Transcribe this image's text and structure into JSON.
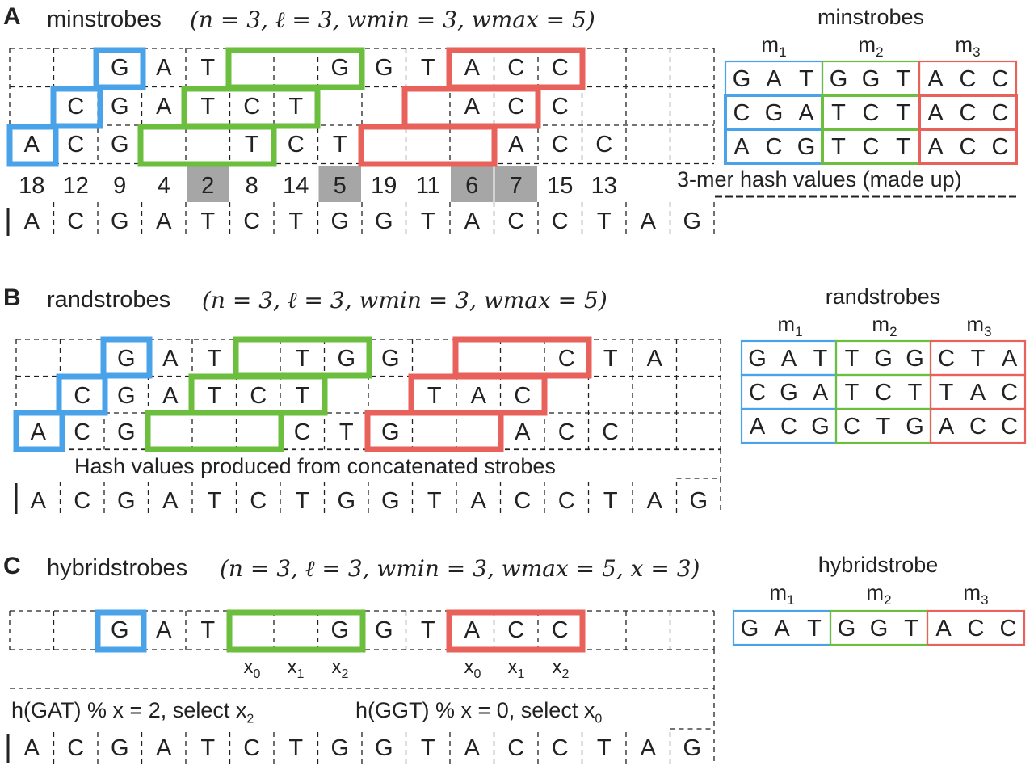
{
  "panels": {
    "A": {
      "label": "A",
      "title": "minstrobes",
      "params": "(n = 3, ℓ = 3, w",
      "params_full": "(n = 3, ℓ = 3, wmin = 3, wmax = 5)",
      "hash_values": [
        "18",
        "12",
        "9",
        "4",
        "2",
        "8",
        "14",
        "5",
        "19",
        "11",
        "6",
        "7",
        "15",
        "13"
      ],
      "highlighted_hash_indices": [
        4,
        7,
        10,
        11
      ],
      "sequence": [
        "A",
        "C",
        "G",
        "A",
        "T",
        "C",
        "T",
        "G",
        "G",
        "T",
        "A",
        "C",
        "C",
        "T",
        "A",
        "G"
      ],
      "rows": [
        {
          "letters": [
            "",
            "",
            "G",
            "A",
            "T",
            "",
            "",
            "G",
            "G",
            "T",
            "A",
            "C",
            "C",
            "",
            "",
            ""
          ]
        },
        {
          "letters": [
            "",
            "C",
            "G",
            "A",
            "T",
            "C",
            "T",
            "",
            "",
            "",
            "A",
            "C",
            "C",
            "",
            "",
            ""
          ]
        },
        {
          "letters": [
            "A",
            "C",
            "G",
            "",
            "",
            "T",
            "C",
            "T",
            "",
            "",
            "",
            "A",
            "C",
            "C",
            "",
            ""
          ]
        }
      ],
      "hash_note": "3-mer hash values (made up)",
      "table_header": "minstrobes",
      "m_labels": [
        "m",
        "m",
        "m"
      ],
      "m_subs": [
        "1",
        "2",
        "3"
      ],
      "table_rows": [
        [
          "G",
          "A",
          "T",
          "G",
          "G",
          "T",
          "A",
          "C",
          "C"
        ],
        [
          "C",
          "G",
          "A",
          "T",
          "C",
          "T",
          "A",
          "C",
          "C"
        ],
        [
          "A",
          "C",
          "G",
          "T",
          "C",
          "T",
          "A",
          "C",
          "C"
        ]
      ]
    },
    "B": {
      "label": "B",
      "title": "randstrobes",
      "params_full": "(n = 3, ℓ = 3, wmin = 3, wmax = 5)",
      "note": "Hash values produced from concatenated strobes",
      "sequence": [
        "A",
        "C",
        "G",
        "A",
        "T",
        "C",
        "T",
        "G",
        "G",
        "T",
        "A",
        "C",
        "C",
        "T",
        "A",
        "G"
      ],
      "rows": [
        {
          "letters": [
            "",
            "",
            "G",
            "A",
            "T",
            "",
            "T",
            "G",
            "G",
            "",
            "",
            "",
            "C",
            "T",
            "A",
            ""
          ]
        },
        {
          "letters": [
            "",
            "C",
            "G",
            "A",
            "T",
            "C",
            "T",
            "",
            "",
            "T",
            "A",
            "C",
            "",
            "",
            "",
            ""
          ]
        },
        {
          "letters": [
            "A",
            "C",
            "G",
            "",
            "",
            "",
            "C",
            "T",
            "G",
            "",
            "",
            "A",
            "C",
            "C",
            "",
            ""
          ]
        }
      ],
      "table_header": "randstrobes",
      "m_labels": [
        "m",
        "m",
        "m"
      ],
      "m_subs": [
        "1",
        "2",
        "3"
      ],
      "table_rows": [
        [
          "G",
          "A",
          "T",
          "T",
          "G",
          "G",
          "C",
          "T",
          "A"
        ],
        [
          "C",
          "G",
          "A",
          "T",
          "C",
          "T",
          "T",
          "A",
          "C"
        ],
        [
          "A",
          "C",
          "G",
          "C",
          "T",
          "G",
          "A",
          "C",
          "C"
        ]
      ]
    },
    "C": {
      "label": "C",
      "title": "hybridstrobes",
      "params_full": "(n = 3, ℓ = 3, wmin = 3, wmax = 5, x = 3)",
      "row": [
        "",
        "",
        "G",
        "A",
        "T",
        "",
        "",
        "G",
        "G",
        "T",
        "A",
        "C",
        "C",
        "",
        "",
        ""
      ],
      "x_labels": [
        "x",
        "x",
        "x"
      ],
      "x_subs": [
        "0",
        "1",
        "2"
      ],
      "note1": "h(GAT) % x = 2, select  x",
      "note1_sub": "2",
      "note2": "h(GGT) % x = 0, select x",
      "note2_sub": "0",
      "sequence": [
        "A",
        "C",
        "G",
        "A",
        "T",
        "C",
        "T",
        "G",
        "G",
        "T",
        "A",
        "C",
        "C",
        "T",
        "A",
        "G"
      ],
      "table_header": "hybridstrobe",
      "m_labels": [
        "m",
        "m",
        "m"
      ],
      "m_subs": [
        "1",
        "2",
        "3"
      ],
      "table_rows": [
        [
          "G",
          "A",
          "T",
          "G",
          "G",
          "T",
          "A",
          "C",
          "C"
        ]
      ]
    }
  },
  "colors": {
    "blue": "#4aa3e8",
    "green": "#6cbf3e",
    "red": "#e8625b",
    "gray": "#a6a6a6",
    "line": "#222222"
  }
}
